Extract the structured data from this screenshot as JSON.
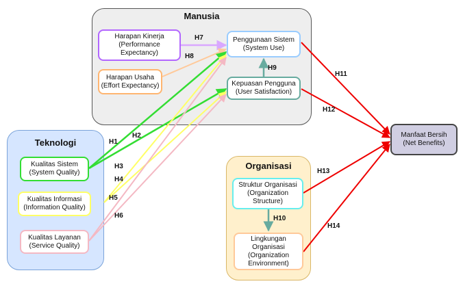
{
  "groups": {
    "manusia": "Manusia",
    "teknologi": "Teknologi",
    "organisasi": "Organisasi"
  },
  "nodes": {
    "harapan_kinerja": "Harapan Kinerja\n(Performance\nExpectancy)",
    "harapan_usaha": "Harapan Usaha\n(Effort Expectancy)",
    "penggunaan_sistem": "Penggunaan Sistem\n(System Use)",
    "kepuasan_pengguna": "Kepuasan Pengguna\n(User Satisfaction)",
    "kualitas_sistem": "Kualitas Sistem\n(System Quality)",
    "kualitas_informasi": "Kualitas Informasi\n(Information Quality)",
    "kualitas_layanan": "Kualitas Layanan\n(Service Quality)",
    "struktur_organisasi": "Struktur Organisasi\n(Organization\nStructure)",
    "lingkungan_organisasi": "Lingkungan\nOrganisasi\n(Organization\nEnvironment)",
    "manfaat_bersih": "Manfaat Bersih\n(Net Benefits)"
  },
  "hypotheses": {
    "h1": "H1",
    "h2": "H2",
    "h3": "H3",
    "h4": "H4",
    "h5": "H5",
    "h6": "H6",
    "h7": "H7",
    "h8": "H8",
    "h9": "H9",
    "h10": "H10",
    "h11": "H11",
    "h12": "H12",
    "h13": "H13",
    "h14": "H14"
  },
  "colors": {
    "manusia_bg": "#eeeeee",
    "teknologi_bg": "#d6e6ff",
    "organisasi_bg": "#fff0cc",
    "purple": "#b266ff",
    "orange": "#ffb570",
    "blue": "#99ccff",
    "teal": "#67ab9f",
    "green": "#33dd33",
    "yellow": "#ffff66",
    "pink": "#f4b8c3",
    "cyan": "#66eeee",
    "red": "#ee0000",
    "net_bg": "#d0cee2"
  }
}
